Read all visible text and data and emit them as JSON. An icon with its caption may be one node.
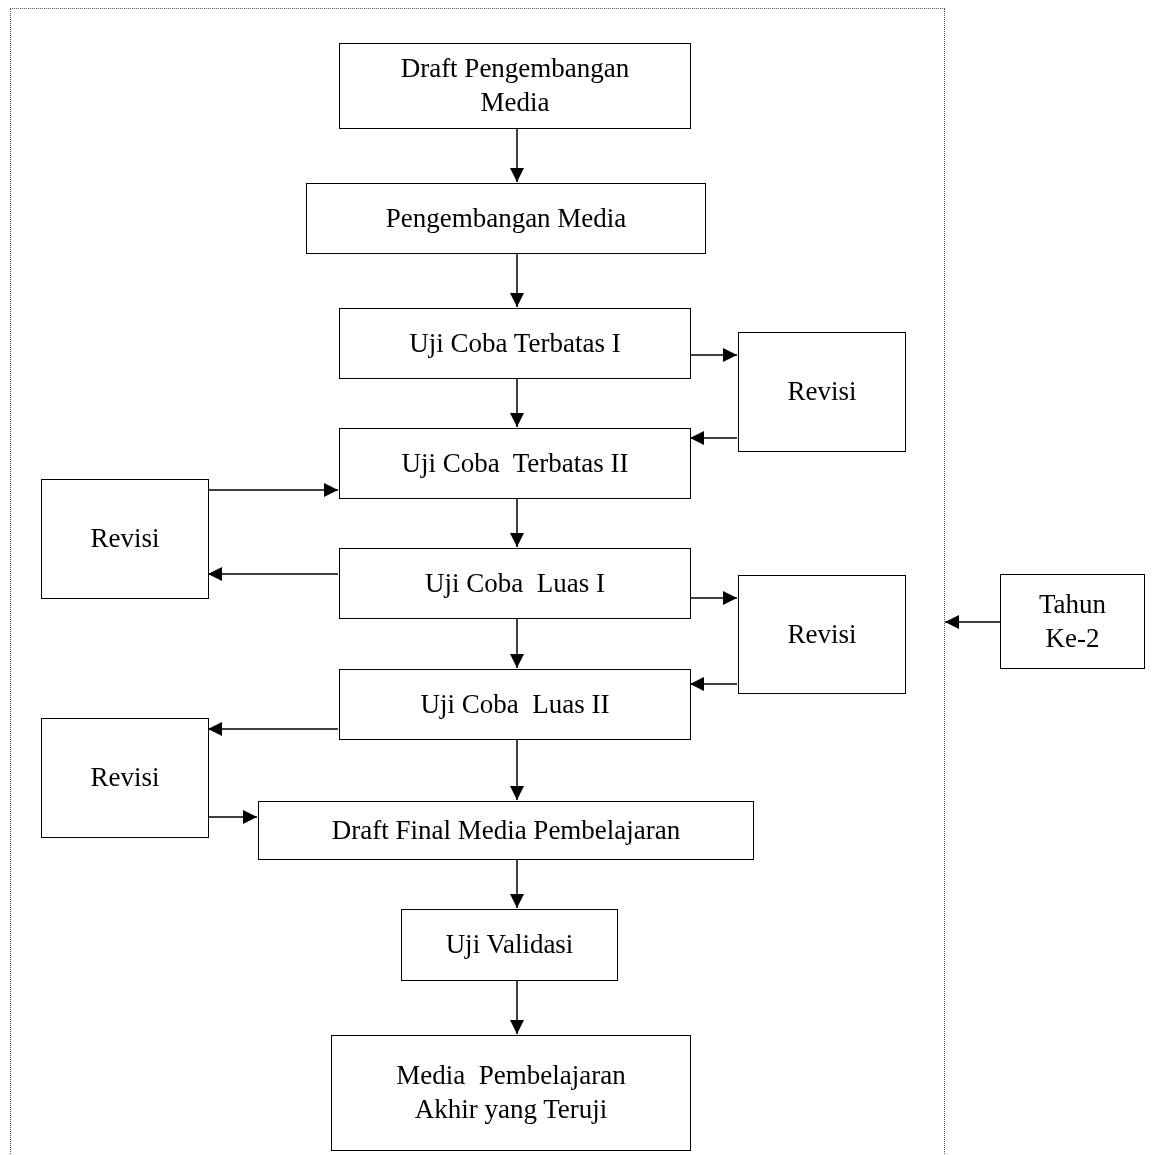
{
  "diagram": {
    "nodes": [
      {
        "text": [],
        "shape": "box"
      },
      {
        "text": [
          "Draft Pengembangan Media"
        ],
        "in": 0
      },
      {
        "text": [
          "Pengembangan Media"
        ],
        "in": 0
      },
      {
        "text": [
          "Uji Coba Terbatas I"
        ],
        "in": 0
      },
      {
        "text": [
          "Revisi"
        ],
        "in": 0
      },
      {
        "text": [
          "Uji Coba  Terbatas II"
        ],
        "in": 0
      },
      {
        "text": [
          "Revisi"
        ],
        "in": 0
      },
      {
        "text": [
          "Uji Coba  Luas I"
        ],
        "in": 0
      },
      {
        "text": [
          "Revisi"
        ],
        "in": 0
      },
      {
        "text": [
          "Tahun Ke-2"
        ]
      },
      {
        "text": [
          "Uji Coba  Luas II"
        ],
        "in": 0
      },
      {
        "text": [
          "Revisi"
        ],
        "in": 0
      },
      {
        "text": [
          "Draft Final Media Pembelajaran"
        ],
        "in": 0
      },
      {
        "text": [
          "Uji Validasi"
        ],
        "in": 0
      },
      {
        "text": [
          "Media  Pembelajaran Akhir yang Teruji"
        ],
        "in": 0
      }
    ],
    "edges": [
      {
        "from": 1,
        "to": 2,
        "arrow": "to"
      },
      {
        "from": 2,
        "to": 3,
        "arrow": "to"
      },
      {
        "from": 3,
        "to": 4,
        "arrow": "to"
      },
      {
        "from": 4,
        "to": 5,
        "arrow": "to"
      },
      {
        "from": 3,
        "to": 5,
        "arrow": "to"
      },
      {
        "from": 6,
        "to": 5,
        "arrow": "to"
      },
      {
        "from": 5,
        "to": 7,
        "arrow": "to"
      },
      {
        "from": 7,
        "to": 6,
        "arrow": "to"
      },
      {
        "from": 7,
        "to": 8,
        "arrow": "to"
      },
      {
        "from": 9,
        "to": 0,
        "arrow": "to"
      },
      {
        "from": 8,
        "to": 10,
        "arrow": "to"
      },
      {
        "from": 7,
        "to": 10,
        "arrow": "to"
      },
      {
        "from": 10,
        "to": 11,
        "arrow": "to"
      },
      {
        "from": 11,
        "to": 12,
        "arrow": "to"
      },
      {
        "from": 10,
        "to": 12,
        "arrow": "to"
      },
      {
        "from": 12,
        "to": 13,
        "arrow": "to"
      },
      {
        "from": 13,
        "to": 14,
        "arrow": "to"
      }
    ]
  }
}
